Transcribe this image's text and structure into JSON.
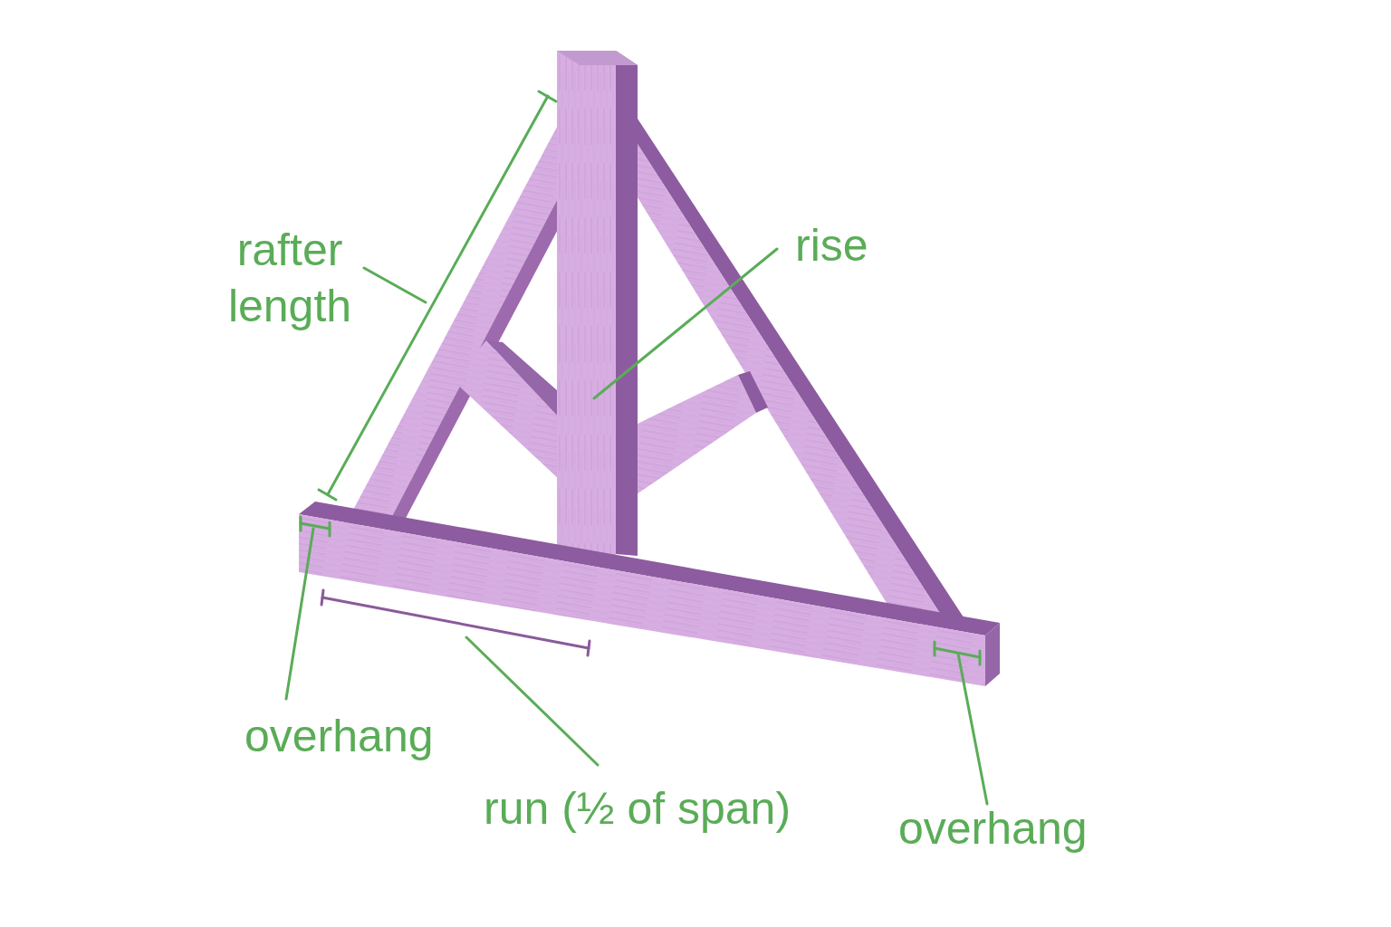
{
  "diagram": {
    "labels": [
      "rafter length",
      "rise",
      "overhang",
      "run (½ of span)",
      "overhang"
    ]
  }
}
